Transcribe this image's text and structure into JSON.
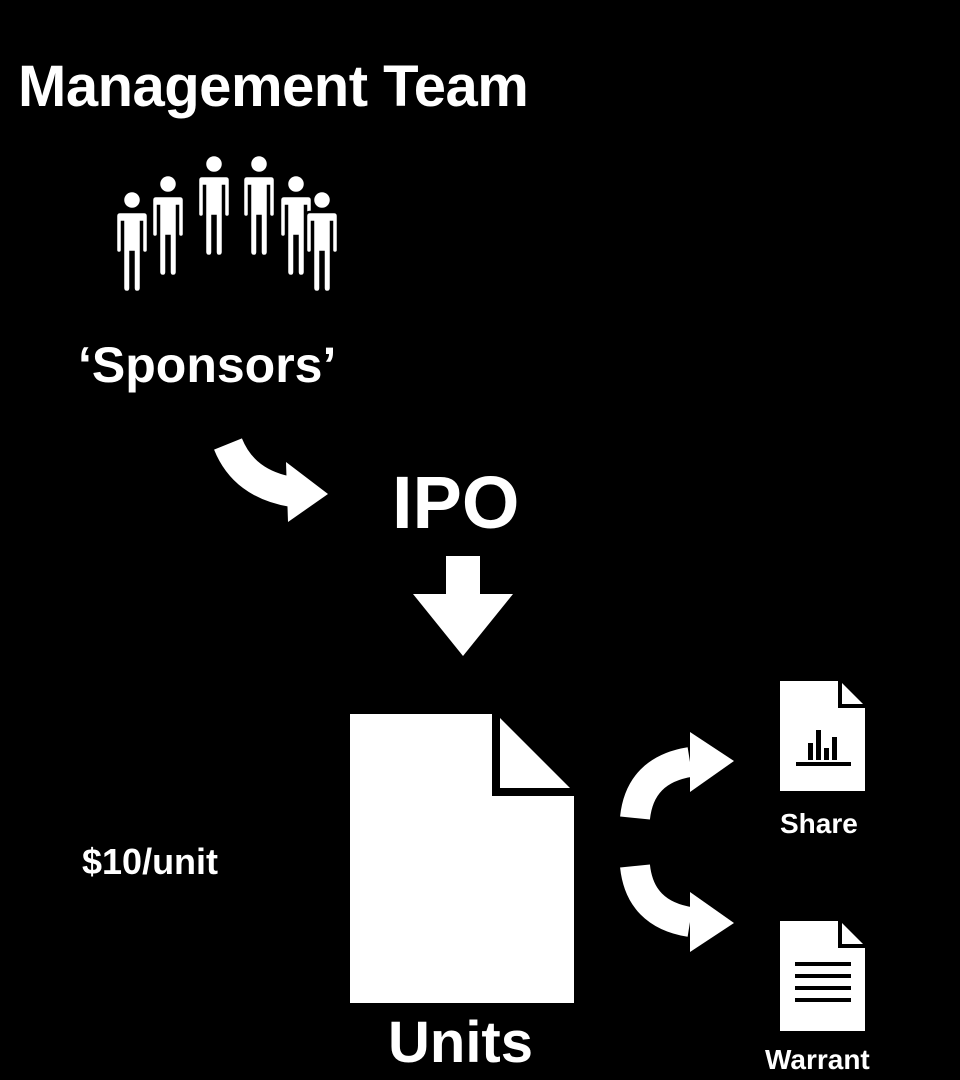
{
  "title": "Management Team",
  "sponsors_label": "‘Sponsors’",
  "ipo_label": "IPO",
  "price_label": "$10/unit",
  "units_label": "Units",
  "share_label": "Share",
  "warrant_label": "Warrant",
  "colors": {
    "background": "#000000",
    "foreground": "#ffffff"
  },
  "icons": [
    "people-group-icon",
    "curved-arrow-icon",
    "down-arrow-icon",
    "document-icon",
    "chart-document-icon",
    "text-document-icon"
  ]
}
